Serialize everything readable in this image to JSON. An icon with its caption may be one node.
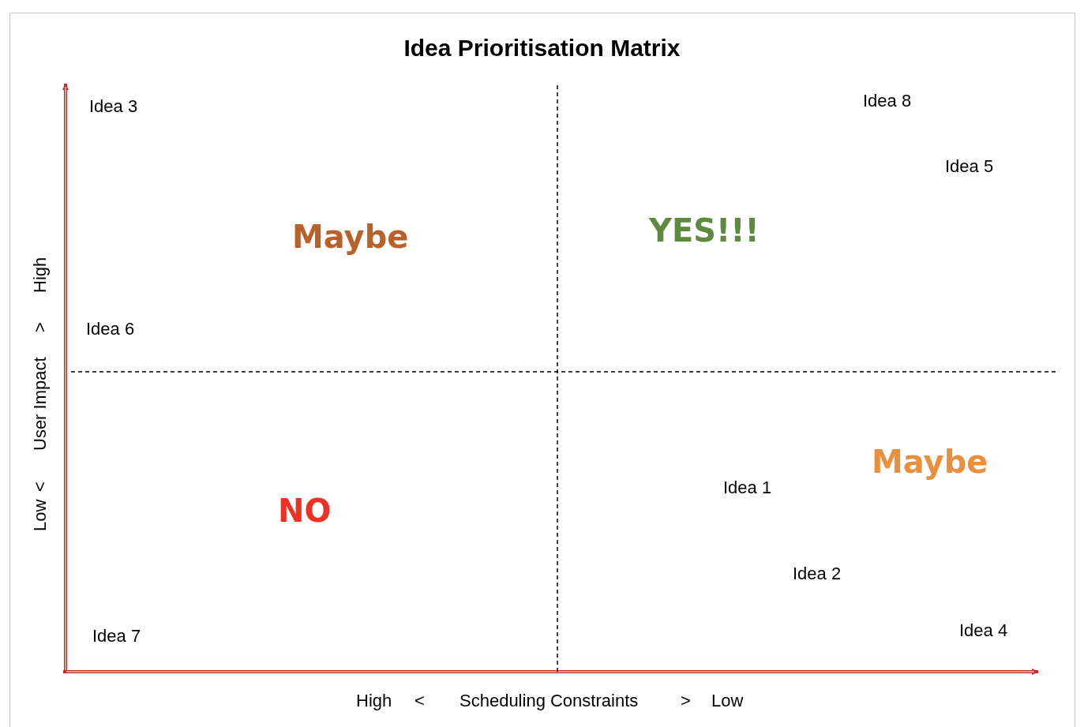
{
  "diagram": {
    "title": "Idea Prioritisation Matrix",
    "labels": [
      "Idea 3",
      "Idea 8",
      "Idea 5",
      "Maybe",
      "YES!!!",
      "Idea 6",
      "Idea 1",
      "Maybe",
      "NO",
      "Idea 2",
      "Idea 7",
      "Idea 4",
      "Low",
      "<",
      "User Impact",
      ">",
      "High",
      "High",
      "<",
      "Scheduling Constraints",
      ">",
      "Low"
    ]
  }
}
